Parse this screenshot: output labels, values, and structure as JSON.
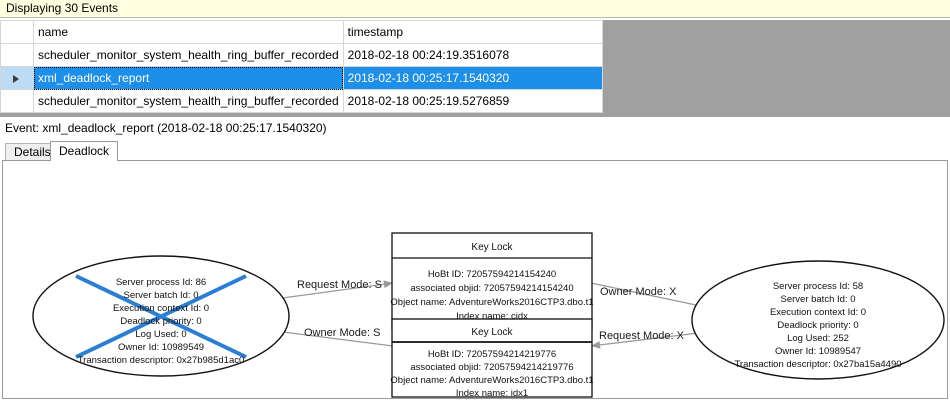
{
  "banner": {
    "text": "Displaying 30 Events"
  },
  "grid": {
    "columns": [
      "",
      "name",
      "timestamp"
    ],
    "rows": [
      {
        "selected": false,
        "marker": "",
        "name": "scheduler_monitor_system_health_ring_buffer_recorded",
        "timestamp": "2018-02-18 00:24:19.3516078"
      },
      {
        "selected": true,
        "marker": "row-pointer-triangle",
        "name": "xml_deadlock_report",
        "timestamp": "2018-02-18 00:25:17.1540320"
      },
      {
        "selected": false,
        "marker": "",
        "name": "scheduler_monitor_system_health_ring_buffer_recorded",
        "timestamp": "2018-02-18 00:25:19.5276859"
      }
    ]
  },
  "event_header": {
    "text": "Event: xml_deadlock_report (2018-02-18 00:25:17.1540320)"
  },
  "tabs": [
    {
      "label": "Details",
      "active": false
    },
    {
      "label": "Deadlock",
      "active": true
    }
  ],
  "deadlock_graph": {
    "victim_process": {
      "lines": [
        "Server process Id: 86",
        "Server batch Id: 0",
        "Execution context Id: 0",
        "Deadlock priority: 0",
        "Log Used: 0",
        "Owner Id: 10989549",
        "Transaction descriptor: 0x27b985d1ac0"
      ],
      "is_victim": true,
      "victim_cross_color": "#2a7fd4"
    },
    "surviving_process": {
      "lines": [
        "Server process Id: 58",
        "Server batch Id: 0",
        "Execution context Id: 0",
        "Deadlock priority: 0",
        "Log Used: 252",
        "Owner Id: 10989547",
        "Transaction descriptor: 0x27ba15a4490"
      ],
      "is_victim": false
    },
    "resource_top": {
      "title": "Key Lock",
      "lines": [
        "HoBt ID: 72057594214154240",
        "associated objid: 72057594214154240",
        "Object name: AdventureWorks2016CTP3.dbo.t1",
        "Index name: cidx"
      ]
    },
    "resource_bottom": {
      "title": "Key Lock",
      "lines": [
        "HoBt ID: 72057594214219776",
        "associated objid: 72057594214219776",
        "Object name: AdventureWorks2016CTP3.dbo.t1",
        "Index name: idx1"
      ]
    },
    "edges": [
      {
        "id": "edge-victim-request-top",
        "label": "Request Mode: S"
      },
      {
        "id": "edge-top-owner-survivor",
        "label": "Owner Mode: X"
      },
      {
        "id": "edge-bottom-owner-victim",
        "label": "Owner Mode: S"
      },
      {
        "id": "edge-survivor-request-bottom",
        "label": "Request Mode: X"
      }
    ]
  }
}
